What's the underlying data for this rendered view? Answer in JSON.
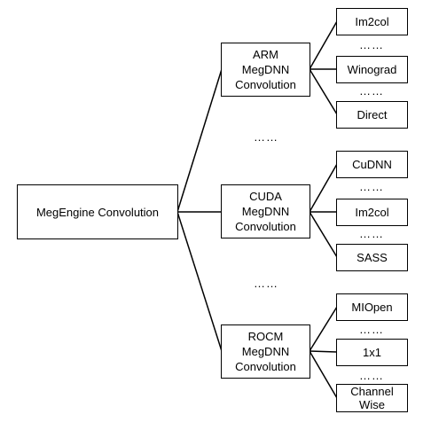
{
  "root": {
    "label": "MegEngine Convolution"
  },
  "backends": [
    {
      "label": "ARM\nMegDNN\nConvolution",
      "leaves": [
        "Im2col",
        "Winograd",
        "Direct"
      ],
      "separators": [
        "……",
        "……"
      ]
    },
    {
      "label": "CUDA\nMegDNN\nConvolution",
      "leaves": [
        "CuDNN",
        "Im2col",
        "SASS"
      ],
      "separators": [
        "……",
        "……"
      ]
    },
    {
      "label": "ROCM\nMegDNN\nConvolution",
      "leaves": [
        "MIOpen",
        "1x1",
        "Channel\nWise"
      ],
      "separators": [
        "……",
        "……"
      ]
    }
  ],
  "backend_separators": [
    "……",
    "……"
  ]
}
